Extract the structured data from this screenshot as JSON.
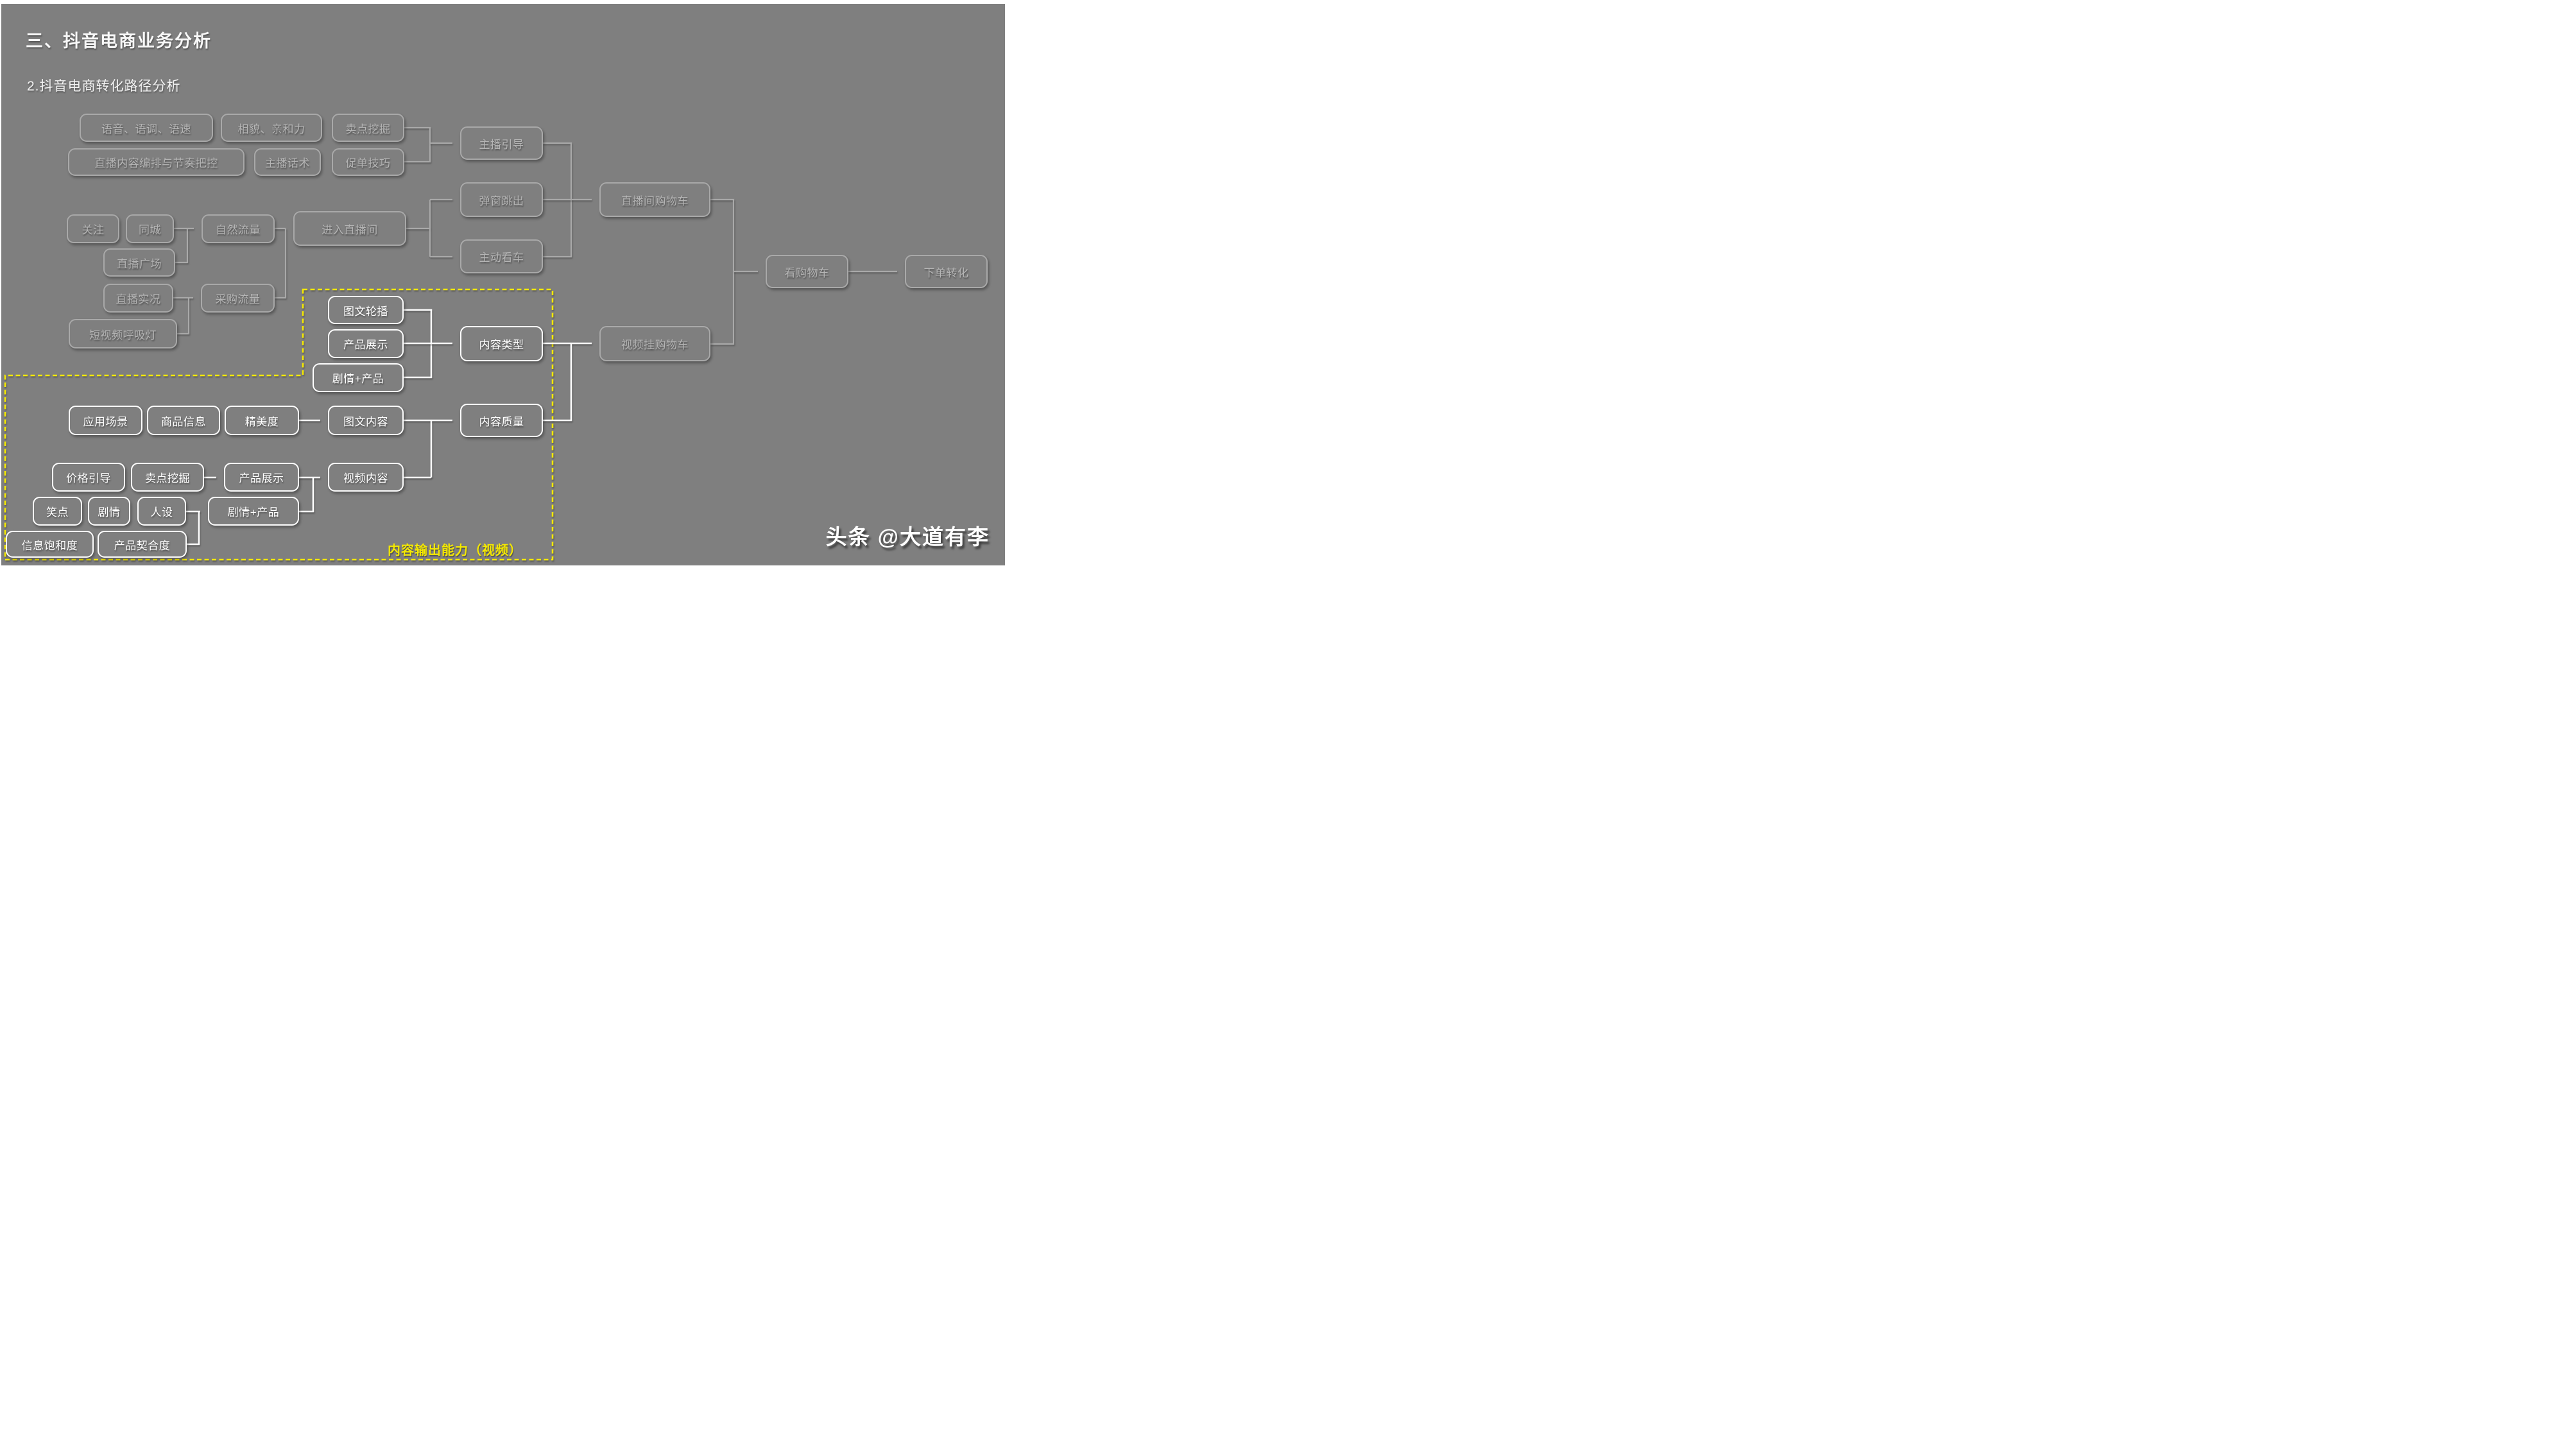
{
  "slide": {
    "title": "三、抖音电商业务分析",
    "subtitle": "2.抖音电商转化路径分析"
  },
  "annotations": {
    "region_label": "内容输出能力（视频）",
    "watermark": "头条 @大道有李"
  },
  "colors": {
    "background": "#7f7f7f",
    "frame": "#ffffff",
    "dim_line": "#a9a9a9",
    "bright_line": "#ffffff",
    "highlight_yellow": "#f5e900"
  },
  "nodes": [
    {
      "label": "语音、语调、语速"
    },
    {
      "label": "相貌、亲和力"
    },
    {
      "label": "卖点挖掘"
    },
    {
      "label": "直播内容编排与节奏把控"
    },
    {
      "label": "主播话术"
    },
    {
      "label": "促单技巧"
    },
    {
      "label": "主播引导"
    },
    {
      "label": "弹窗跳出"
    },
    {
      "label": "直播间购物车"
    },
    {
      "label": "关注"
    },
    {
      "label": "同城"
    },
    {
      "label": "自然流量"
    },
    {
      "label": "进入直播间"
    },
    {
      "label": "主动看车"
    },
    {
      "label": "直播广场"
    },
    {
      "label": "看购物车"
    },
    {
      "label": "下单转化"
    },
    {
      "label": "直播实况"
    },
    {
      "label": "采购流量"
    },
    {
      "label": "短视频呼吸灯"
    },
    {
      "label": "视频挂购物车"
    },
    {
      "label": "图文轮播"
    },
    {
      "label": "产品展示"
    },
    {
      "label": "内容类型"
    },
    {
      "label": "剧情+产品"
    },
    {
      "label": "应用场景"
    },
    {
      "label": "商品信息"
    },
    {
      "label": "精美度"
    },
    {
      "label": "图文内容"
    },
    {
      "label": "内容质量"
    },
    {
      "label": "价格引导"
    },
    {
      "label": "卖点挖掘"
    },
    {
      "label": "产品展示"
    },
    {
      "label": "视频内容"
    },
    {
      "label": "笑点"
    },
    {
      "label": "剧情"
    },
    {
      "label": "人设"
    },
    {
      "label": "剧情+产品"
    },
    {
      "label": "信息饱和度"
    },
    {
      "label": "产品契合度"
    }
  ]
}
